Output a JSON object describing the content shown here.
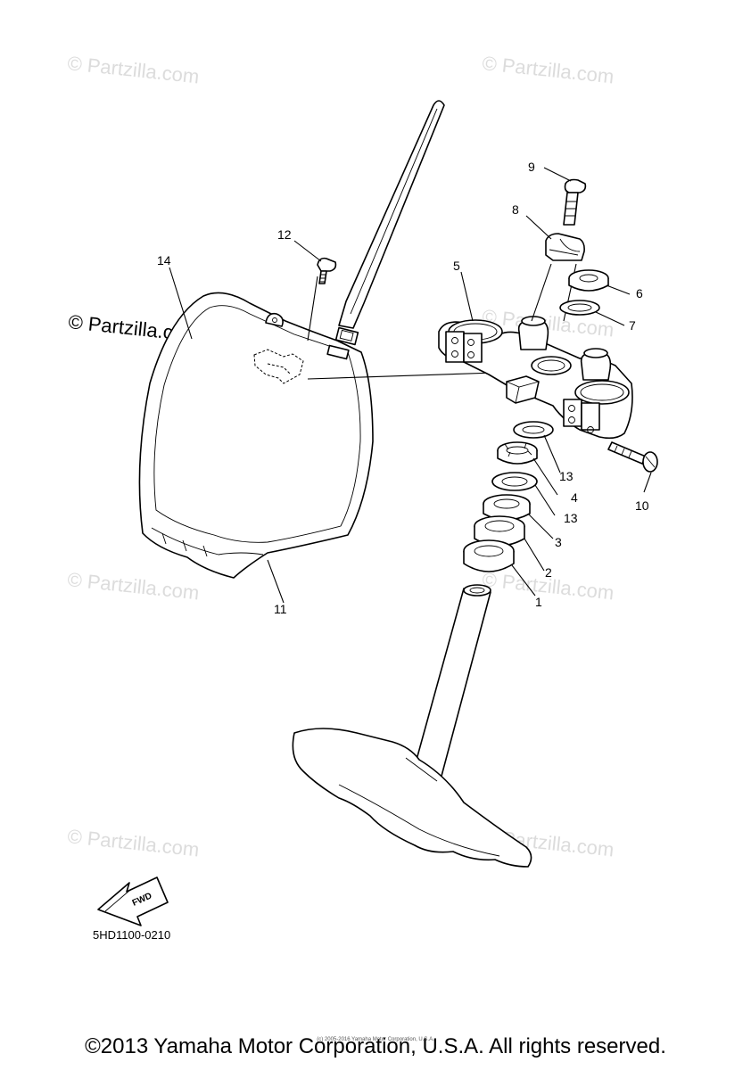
{
  "watermarks": {
    "light": "© Partzilla.com",
    "dark": "© Partzilla.com"
  },
  "callouts": [
    {
      "id": "c1",
      "label": "1"
    },
    {
      "id": "c2",
      "label": "2"
    },
    {
      "id": "c3",
      "label": "3"
    },
    {
      "id": "c4",
      "label": "4"
    },
    {
      "id": "c5",
      "label": "5"
    },
    {
      "id": "c6",
      "label": "6"
    },
    {
      "id": "c7",
      "label": "7"
    },
    {
      "id": "c8",
      "label": "8"
    },
    {
      "id": "c9",
      "label": "9"
    },
    {
      "id": "c10",
      "label": "10"
    },
    {
      "id": "c11",
      "label": "11"
    },
    {
      "id": "c12",
      "label": "12"
    },
    {
      "id": "c13a",
      "label": "13"
    },
    {
      "id": "c13b",
      "label": "13"
    },
    {
      "id": "c14",
      "label": "14"
    }
  ],
  "fwd_label": "FWD",
  "diagram_code": "5HD1100-0210",
  "small_notice": "(c) 2005-2016 Yamaha Motor Corporation, U.S.A.",
  "copyright": "©2013 Yamaha Motor Corporation, U.S.A. All rights reserved."
}
